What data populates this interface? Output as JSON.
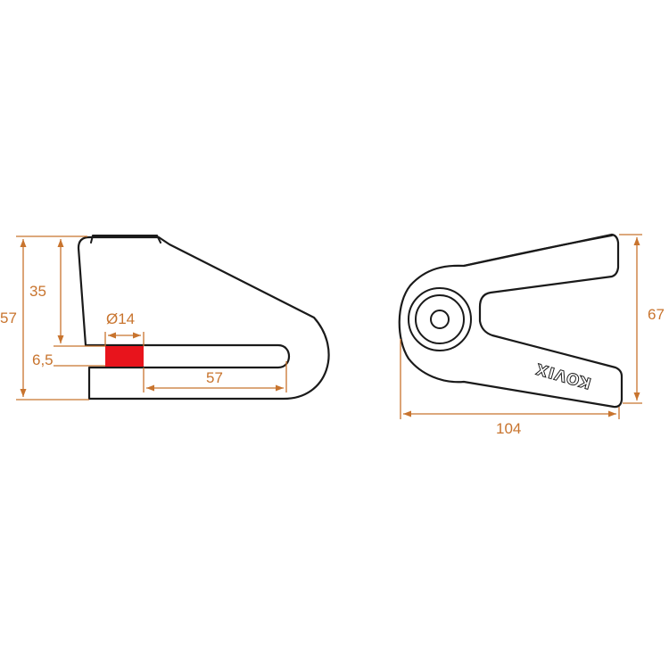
{
  "colors": {
    "dimension": "#c8742e",
    "outline": "#1a1a1a",
    "pin": "#e8141c",
    "background": "#ffffff"
  },
  "side_view": {
    "dimensions": {
      "overall_height": "57",
      "upper_height": "35",
      "slot_width": "6,5",
      "pin_diameter": "Ø14",
      "slot_depth": "57"
    }
  },
  "front_view": {
    "dimensions": {
      "height": "67",
      "length": "104"
    },
    "brand": "KOVIX"
  }
}
